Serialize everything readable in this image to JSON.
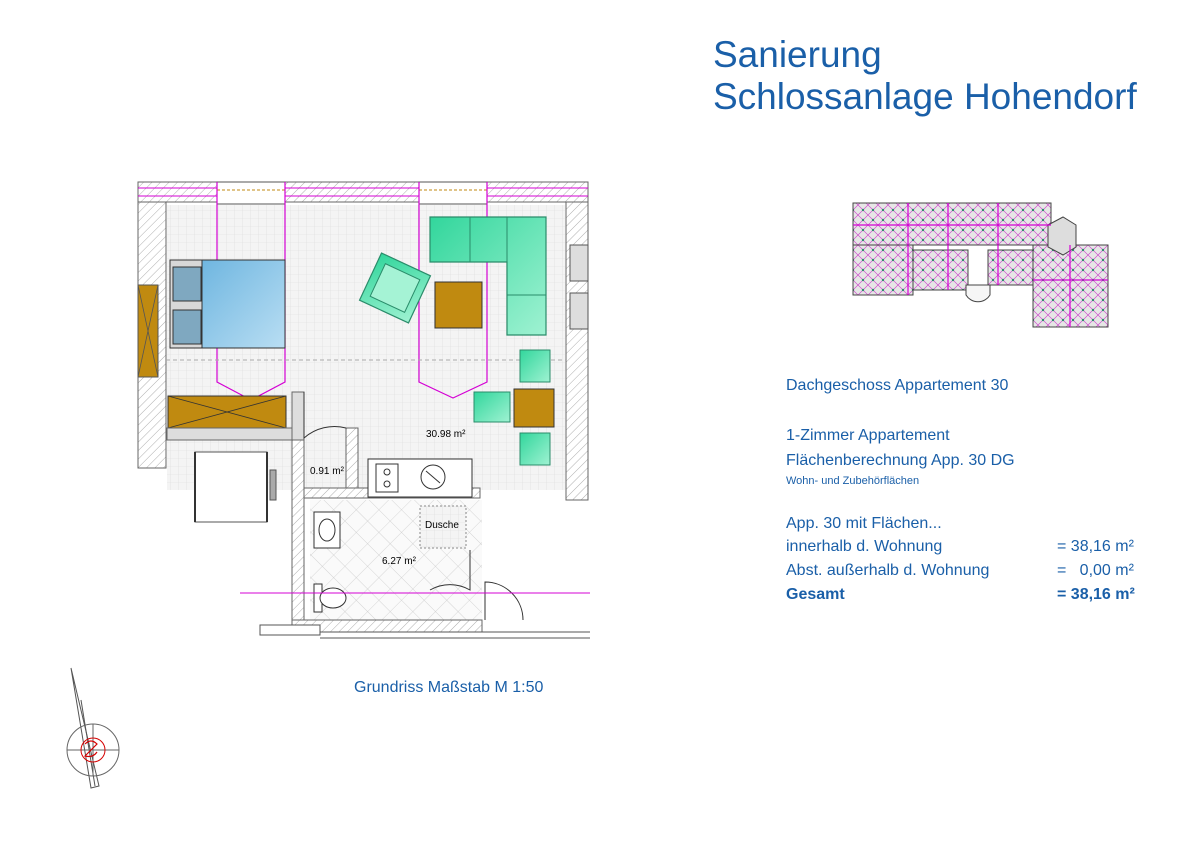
{
  "title": {
    "line1": "Sanierung",
    "line2": "Schlossanlage Hohendorf"
  },
  "floorplan": {
    "room_main_area": "30.98 m²",
    "room_hall_area": "0.91 m²",
    "room_bath_area": "6.27 m²",
    "shower_label": "Dusche",
    "caption": "Grundriss Maßstab M 1:50"
  },
  "info": {
    "heading": "Dachgeschoss Appartement 30",
    "type": "1-Zimmer Appartement",
    "calc": "Flächenberechnung App. 30 DG",
    "sub": "Wohn- und Zubehörflächen",
    "intro": "App. 30 mit Flächen...",
    "rows": [
      {
        "label": "innerhalb d. Wohnung",
        "value": "= 38,16 m²"
      },
      {
        "label": "Abst. außerhalb d. Wohnung",
        "value": "=   0,00 m²"
      },
      {
        "label": "Gesamt",
        "value": "= 38,16 m²"
      }
    ]
  },
  "colors": {
    "text_blue": "#1a5fa8",
    "wall_magenta": "#d400d4",
    "furniture_green": "#3fe0a8",
    "furniture_ochre": "#c08a10",
    "bed_blue": "#7ec2e8"
  }
}
